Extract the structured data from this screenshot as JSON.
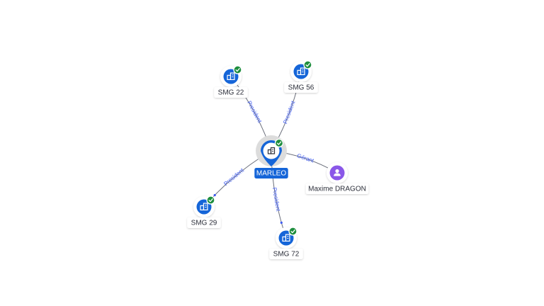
{
  "graph": {
    "center": {
      "id": "marleo",
      "label": "MARLEO",
      "icon": "building-icon",
      "verified": true
    },
    "nodes": [
      {
        "id": "smg22",
        "label": "SMG 22",
        "icon": "building-icon",
        "verified": true,
        "type": "company"
      },
      {
        "id": "smg56",
        "label": "SMG 56",
        "icon": "building-icon",
        "verified": true,
        "type": "company"
      },
      {
        "id": "smg29",
        "label": "SMG 29",
        "icon": "building-icon",
        "verified": true,
        "type": "company"
      },
      {
        "id": "smg72",
        "label": "SMG 72",
        "icon": "building-icon",
        "verified": true,
        "type": "company"
      },
      {
        "id": "maxime",
        "label": "Maxime DRAGON",
        "icon": "person-icon",
        "verified": false,
        "type": "person"
      }
    ],
    "edges": [
      {
        "from": "marleo",
        "to": "smg22",
        "label": "President"
      },
      {
        "from": "marleo",
        "to": "smg56",
        "label": "President"
      },
      {
        "from": "marleo",
        "to": "smg29",
        "label": "President"
      },
      {
        "from": "marleo",
        "to": "smg72",
        "label": "President"
      },
      {
        "from": "maxime",
        "to": "marleo",
        "label": "Gérant"
      }
    ]
  },
  "colors": {
    "company_blue": "#1565d8",
    "verified_green": "#1e8e3e",
    "person_purple": "#8a57e8",
    "edge_label_blue": "#3d5af1"
  }
}
